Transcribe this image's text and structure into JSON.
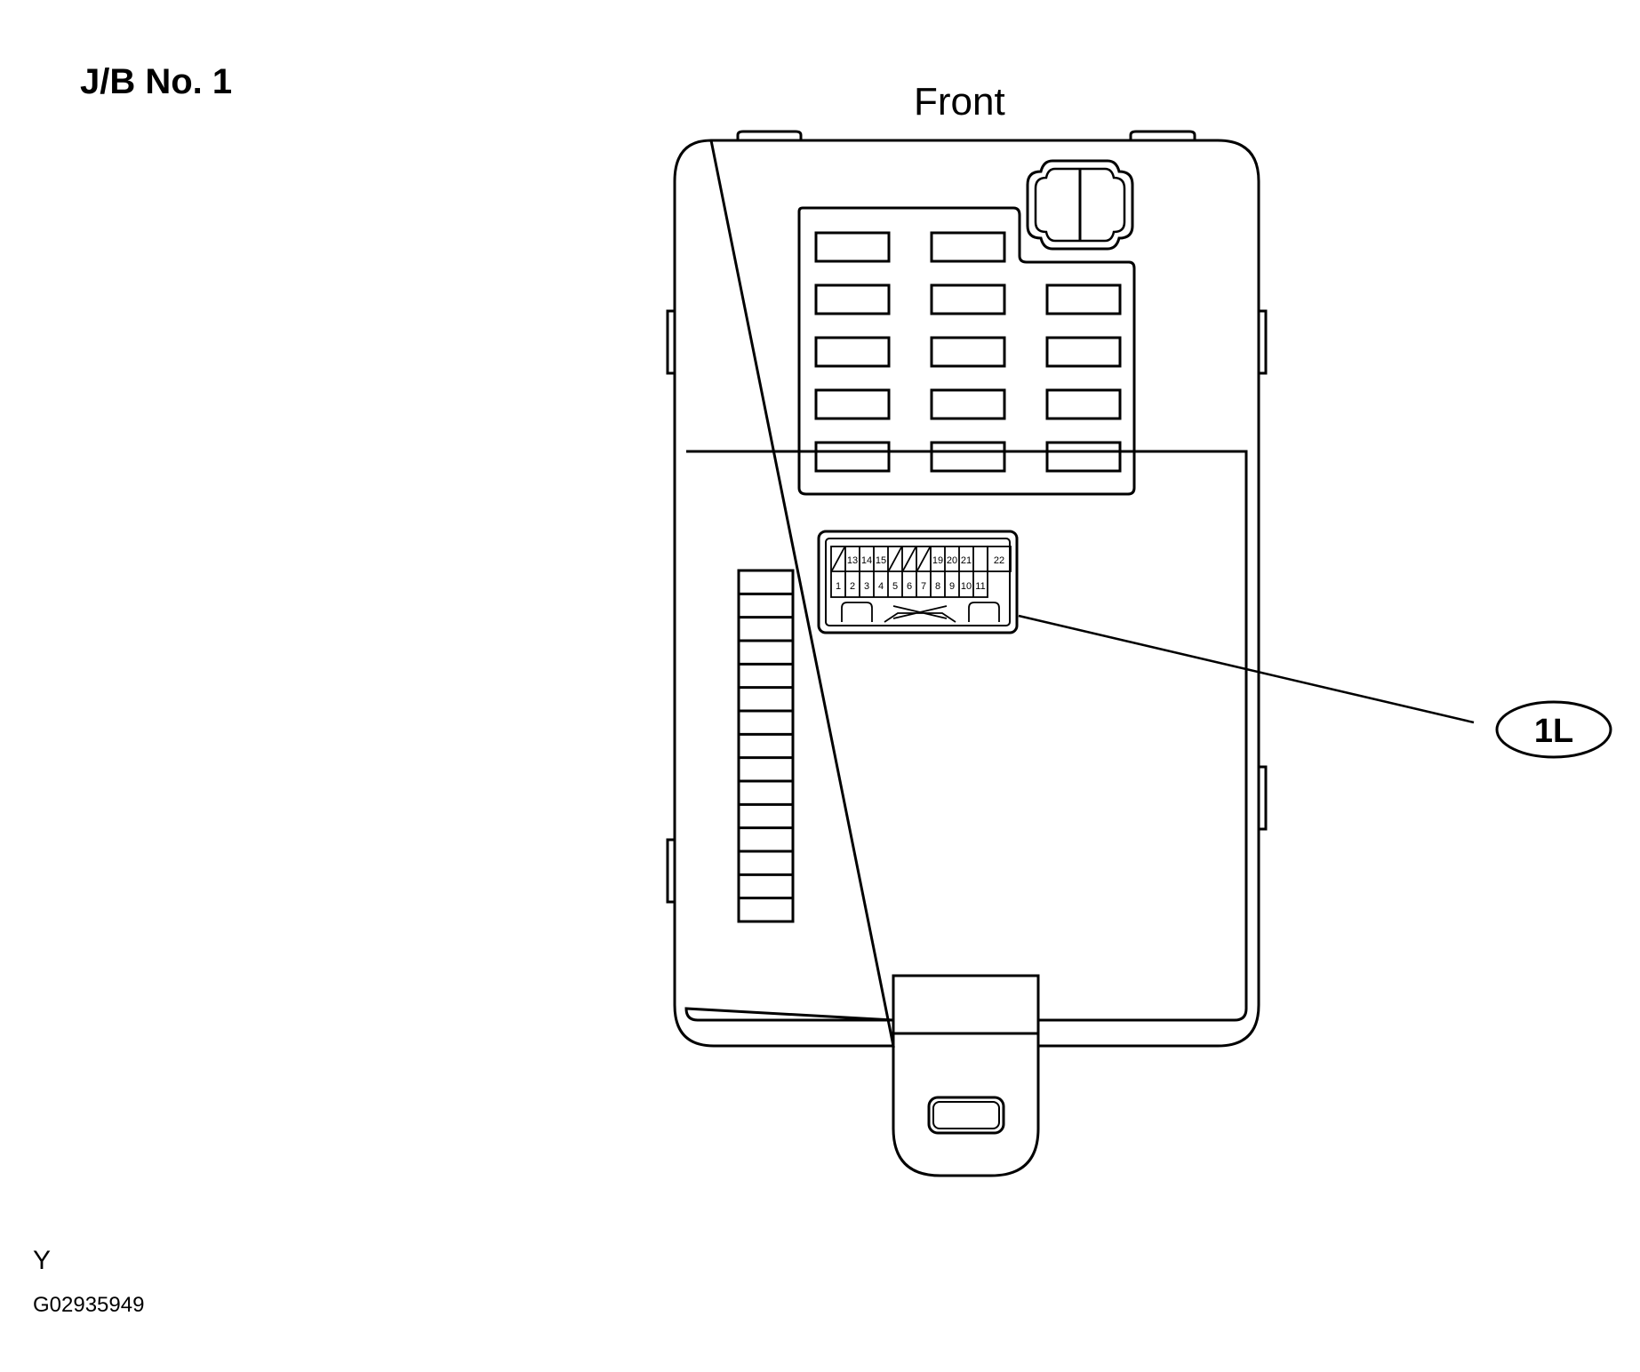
{
  "title": "J/B No. 1",
  "orientation_label": "Front",
  "corner_letter": "Y",
  "figure_code": "G02935949",
  "connector": {
    "id": "1L",
    "top_row_pins": [
      "13",
      "14",
      "15",
      "19",
      "20",
      "21",
      "22"
    ],
    "bottom_row_pins": [
      "1",
      "2",
      "3",
      "4",
      "5",
      "6",
      "7",
      "8",
      "9",
      "10",
      "11"
    ]
  },
  "fuse_block": {
    "rows": 5,
    "columns": 3
  },
  "relay_strip_slots": 15,
  "colors": {
    "line": "#000000",
    "background": "#ffffff"
  }
}
